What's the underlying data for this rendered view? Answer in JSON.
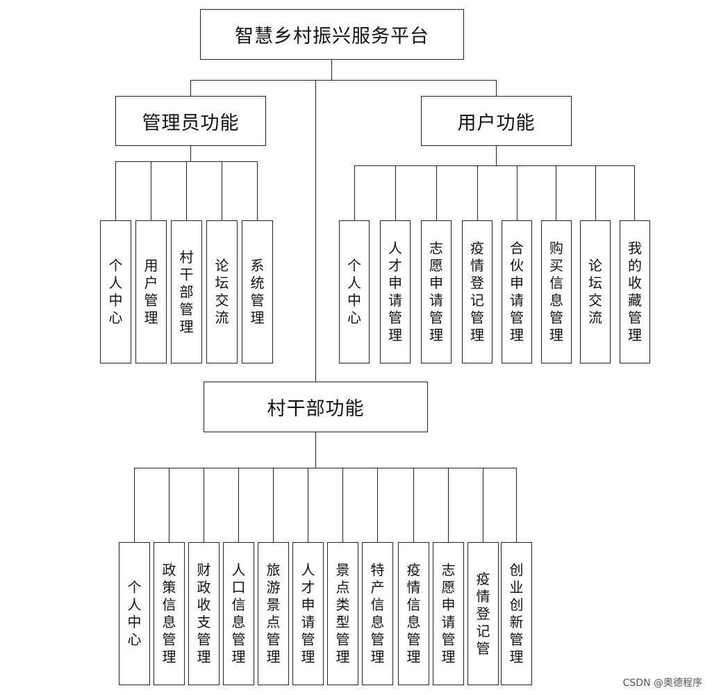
{
  "title": "智慧乡村振兴服务平台",
  "admin": {
    "label": "管理员功能",
    "items": [
      "个人中心",
      "用户管理",
      "村干部管理",
      "论坛交流",
      "系统管理"
    ]
  },
  "user": {
    "label": "用户功能",
    "items": [
      "个人中心",
      "人才申请管理",
      "志愿申请管理",
      "疫情登记管理",
      "合伙申请管理",
      "购买信息管理",
      "论坛交流",
      "我的收藏管理"
    ]
  },
  "cadre": {
    "label": "村干部功能",
    "items": [
      "个人中心",
      "政策信息管理",
      "财政收支管理",
      "人口信息管理",
      "旅游景点管理",
      "人才申请管理",
      "景点类型管理",
      "特产信息管理",
      "疫情信息管理",
      "志愿申请管理",
      "疫情登记管",
      "创业创新管理"
    ]
  },
  "watermark": "CSDN @奥德程序"
}
